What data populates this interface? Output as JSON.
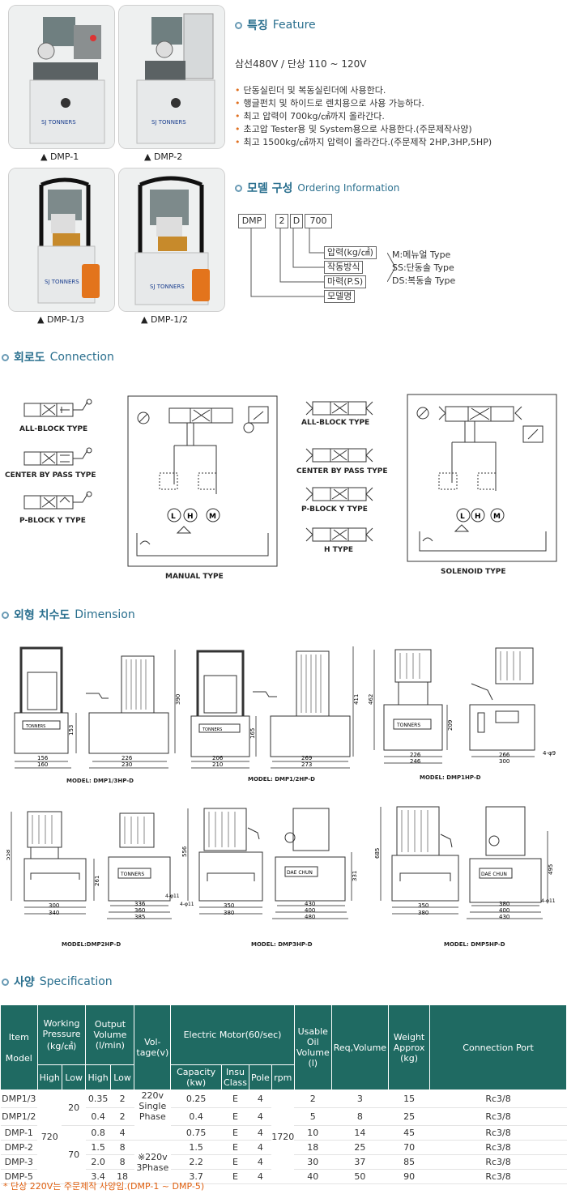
{
  "photos": [
    {
      "caption": "▲ DMP-1",
      "brand": "SJ TONNERS"
    },
    {
      "caption": "▲ DMP-2",
      "brand": "SJ TONNERS"
    },
    {
      "caption": "▲ DMP-1/3",
      "brand": "SJ TONNERS"
    },
    {
      "caption": "▲ DMP-1/2",
      "brand": "SJ TONNERS"
    }
  ],
  "feature": {
    "title_ko": "특징",
    "title_en": "Feature",
    "voltage": "삼선480V / 단상 110 ~ 120V",
    "bullets": [
      "단동실린더 및 복동실린더에 사용한다.",
      "행글펀치 및 하이드로 렌치용으로 사용 가능하다.",
      "최고 압력이 700kg/㎠까지 올라간다.",
      "초고압 Tester용 및 System용으로 사용한다.(주문제작사양)",
      "최고 1500kg/㎠까지 압력이 올라간다.(주문제작 2HP,3HP,5HP)"
    ]
  },
  "ordering": {
    "title_ko": "모델 구성",
    "title_en": "Ordering Information",
    "codes": [
      "DMP",
      "2",
      "D",
      "700"
    ],
    "labels": [
      "압력(kg/㎠)",
      "작동방식",
      "마력(P.S)",
      "모델명"
    ],
    "options": [
      "M:메뉴얼 Type",
      "SS:단동솔 Type",
      "DS:복동솔 Type"
    ]
  },
  "connection": {
    "title_ko": "회로도",
    "title_en": "Connection",
    "left_types": [
      "ALL-BLOCK TYPE",
      "CENTER BY PASS TYPE",
      "P-BLOCK Y TYPE"
    ],
    "right_types": [
      "ALL-BLOCK TYPE",
      "CENTER BY PASS TYPE",
      "P-BLOCK Y TYPE",
      "H TYPE"
    ],
    "manual_caption": "MANUAL TYPE",
    "solenoid_caption": "SOLENOID TYPE",
    "circuit_letters": [
      "L",
      "H",
      "M"
    ]
  },
  "dimension": {
    "title_ko": "외형 치수도",
    "title_en": "Dimension",
    "plate_tonners": "TONNERS",
    "plate_daechun": "DAE CHUN",
    "models": [
      "MODEL: DMP1/3HP-D",
      "MODEL: DMP1/2HP-D",
      "MODEL: DMP1HP-D",
      "MODEL:DMP2HP-D",
      "MODEL: DMP3HP-D",
      "MODEL: DMP5HP-D"
    ],
    "row1": {
      "d1": [
        "153",
        "156",
        "160",
        "226",
        "230",
        "390"
      ],
      "d2": [
        "165",
        "206",
        "210",
        "269",
        "273",
        "411"
      ],
      "d3": [
        "462",
        "209",
        "226",
        "246",
        "266",
        "300",
        "4-φ9"
      ]
    },
    "row2": {
      "d4": [
        "558",
        "261",
        "300",
        "340",
        "336",
        "360",
        "385",
        "4-φ11"
      ],
      "d5": [
        "556",
        "331",
        "350",
        "380",
        "430",
        "400",
        "480",
        "4-φ11"
      ],
      "d6": [
        "685",
        "495",
        "350",
        "380",
        "380",
        "400",
        "430",
        "4-φ11"
      ]
    }
  },
  "spec": {
    "title_ko": "사양",
    "title_en": "Specification",
    "headers": {
      "item": "Item",
      "model": "Model",
      "working": "Working Pressure (kg/㎠)",
      "output": "Output Volume (l/min)",
      "voltage": "Vol-tage(v)",
      "motor": "Electric Motor(60/sec)",
      "usable": "Usable Oil Volume (l)",
      "req": "Req,Volume",
      "weight": "Weight Approx (kg)",
      "port": "Connection Port",
      "high": "High",
      "low": "Low",
      "capacity": "Capacity (kw)",
      "insu": "Insu Class",
      "pole": "Pole",
      "rpm": "rpm"
    },
    "rows": [
      {
        "model": "DMP1/3",
        "oh": "0.35",
        "ol": "2",
        "cap": "0.25",
        "ins": "E",
        "pole": "4",
        "usable": "2",
        "req": "3",
        "weight": "15",
        "port": "Rc3/8"
      },
      {
        "model": "DMP1/2",
        "oh": "0.4",
        "ol": "2",
        "cap": "0.4",
        "ins": "E",
        "pole": "4",
        "usable": "5",
        "req": "8",
        "weight": "25",
        "port": "Rc3/8"
      },
      {
        "model": "DMP-1",
        "oh": "0.8",
        "ol": "4",
        "cap": "0.75",
        "ins": "E",
        "pole": "4",
        "usable": "10",
        "req": "14",
        "weight": "45",
        "port": "Rc3/8"
      },
      {
        "model": "DMP-2",
        "oh": "1.5",
        "ol": "8",
        "cap": "1.5",
        "ins": "E",
        "pole": "4",
        "usable": "18",
        "req": "25",
        "weight": "70",
        "port": "Rc3/8"
      },
      {
        "model": "DMP-3",
        "oh": "2.0",
        "ol": "8",
        "cap": "2.2",
        "ins": "E",
        "pole": "4",
        "usable": "30",
        "req": "37",
        "weight": "85",
        "port": "Rc3/8"
      },
      {
        "model": "DMP-5",
        "oh": "3.4",
        "ol": "18",
        "cap": "3.7",
        "ins": "E",
        "pole": "4",
        "usable": "40",
        "req": "50",
        "weight": "90",
        "port": "Rc3/8"
      }
    ],
    "merged": {
      "high": "720",
      "low_a": "20",
      "low_b": "70",
      "volt_a": "220v Single Phase",
      "volt_b": "※220v 3Phase",
      "rpm": "1720"
    },
    "note": "* 단상 220V는 주문제작 사양임.(DMP-1 ~ DMP-5)"
  }
}
